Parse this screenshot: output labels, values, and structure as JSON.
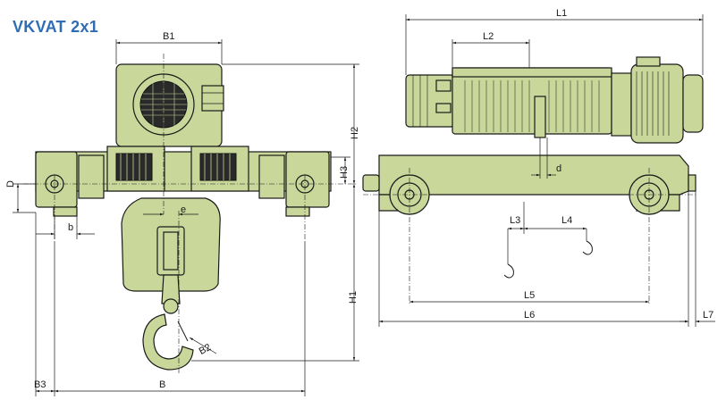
{
  "title": "VKVAT 2x1",
  "dimensions": {
    "B1": "B1",
    "D": "D",
    "b": "b",
    "e": "e",
    "H2": "H2",
    "H3": "H3",
    "H1": "H1",
    "B2": "B2",
    "B3": "B3",
    "B": "B",
    "L1": "L1",
    "L2": "L2",
    "d": "d",
    "L3": "L3",
    "L4": "L4",
    "L5": "L5",
    "L6": "L6",
    "L7": "L7"
  }
}
